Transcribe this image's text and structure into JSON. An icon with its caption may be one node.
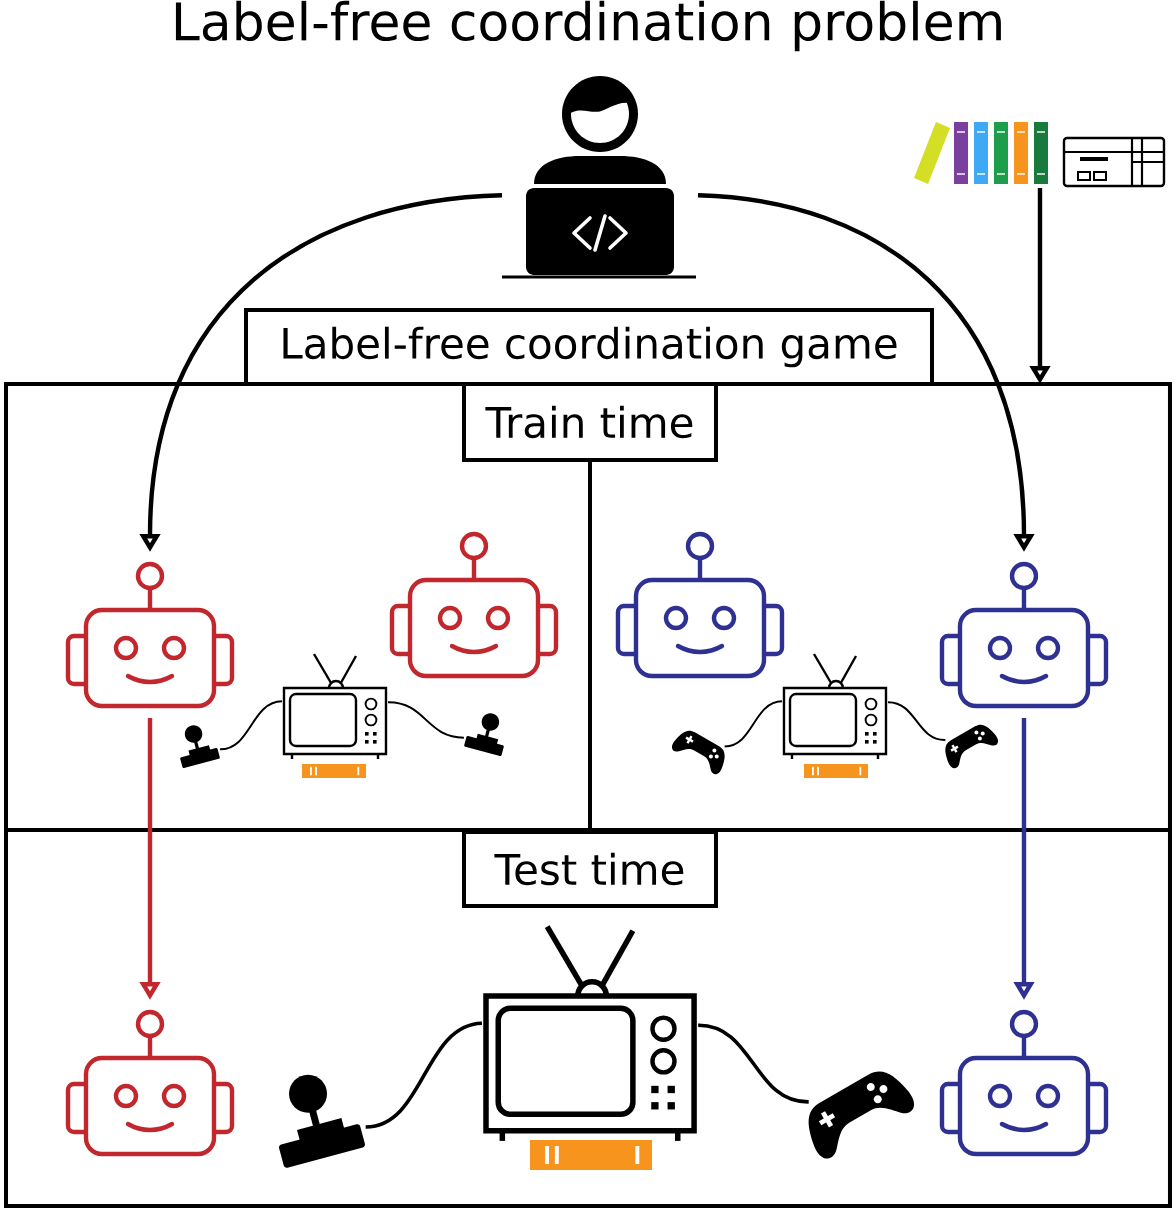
{
  "diagram": {
    "title": "Label-free coordination problem",
    "nodes": [
      {
        "text": [
          "Label-free coordination game"
        ]
      },
      {
        "text": [
          "Train time"
        ],
        "in": 0
      },
      {
        "text": [
          "Test time"
        ],
        "in": 0
      },
      {
        "text": [],
        "shape": "person"
      },
      {
        "text": [],
        "shape": "picture"
      },
      {
        "text": [],
        "shape": "picture",
        "in": 1
      },
      {
        "text": [],
        "shape": "picture",
        "in": 1
      },
      {
        "text": [],
        "shape": "picture",
        "in": 1
      },
      {
        "text": [],
        "shape": "picture",
        "in": 1
      },
      {
        "text": [],
        "shape": "picture",
        "in": 1
      },
      {
        "text": [],
        "shape": "picture",
        "in": 1
      },
      {
        "text": [],
        "shape": "picture",
        "in": 1
      },
      {
        "text": [],
        "shape": "picture",
        "in": 1
      },
      {
        "text": [],
        "shape": "picture",
        "in": 1
      },
      {
        "text": [],
        "shape": "picture",
        "in": 1
      },
      {
        "text": [],
        "shape": "picture",
        "in": 2
      },
      {
        "text": [],
        "shape": "picture",
        "in": 2
      },
      {
        "text": [],
        "shape": "picture",
        "in": 2
      },
      {
        "text": [],
        "shape": "picture",
        "in": 2
      },
      {
        "text": [],
        "shape": "picture",
        "in": 2
      }
    ],
    "edges": [
      {
        "from": 3,
        "to": 5,
        "arrow": "to"
      },
      {
        "from": 3,
        "to": 14,
        "arrow": "to"
      },
      {
        "from": 4,
        "to": 0,
        "arrow": "to"
      },
      {
        "from": 5,
        "to": 15,
        "arrow": "to",
        "color": "#c1272d"
      },
      {
        "from": 14,
        "to": 19,
        "arrow": "to",
        "color": "#2e3192"
      },
      {
        "from": 8,
        "to": 7,
        "arrow": "none"
      },
      {
        "from": 8,
        "to": 9,
        "arrow": "none"
      },
      {
        "from": 12,
        "to": 11,
        "arrow": "none"
      },
      {
        "from": 12,
        "to": 13,
        "arrow": "none"
      },
      {
        "from": 17,
        "to": 16,
        "arrow": "none"
      },
      {
        "from": 17,
        "to": 18,
        "arrow": "none"
      }
    ]
  }
}
